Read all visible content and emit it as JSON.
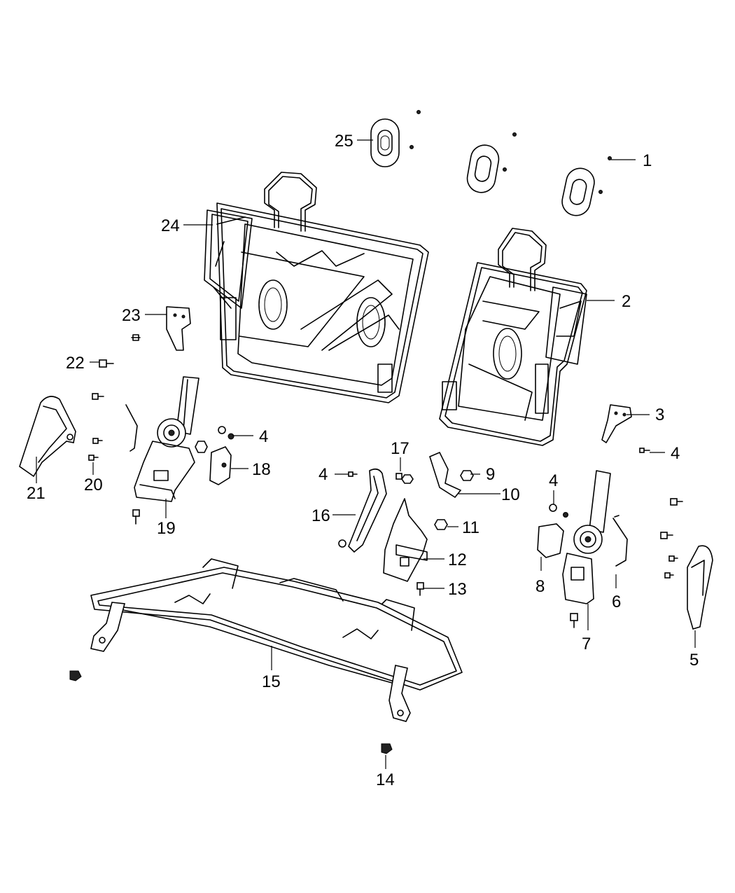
{
  "callouts": [
    {
      "id": "c1",
      "text": "1"
    },
    {
      "id": "c2",
      "text": "2"
    },
    {
      "id": "c3",
      "text": "3"
    },
    {
      "id": "c4a",
      "text": "4"
    },
    {
      "id": "c4b",
      "text": "4"
    },
    {
      "id": "c4c",
      "text": "4"
    },
    {
      "id": "c4d",
      "text": "4"
    },
    {
      "id": "c5",
      "text": "5"
    },
    {
      "id": "c6",
      "text": "6"
    },
    {
      "id": "c7",
      "text": "7"
    },
    {
      "id": "c8",
      "text": "8"
    },
    {
      "id": "c9",
      "text": "9"
    },
    {
      "id": "c10",
      "text": "10"
    },
    {
      "id": "c11",
      "text": "11"
    },
    {
      "id": "c12",
      "text": "12"
    },
    {
      "id": "c13",
      "text": "13"
    },
    {
      "id": "c14",
      "text": "14"
    },
    {
      "id": "c15",
      "text": "15"
    },
    {
      "id": "c16",
      "text": "16"
    },
    {
      "id": "c17",
      "text": "17"
    },
    {
      "id": "c18",
      "text": "18"
    },
    {
      "id": "c19",
      "text": "19"
    },
    {
      "id": "c20",
      "text": "20"
    },
    {
      "id": "c21",
      "text": "21"
    },
    {
      "id": "c22",
      "text": "22"
    },
    {
      "id": "c23",
      "text": "23"
    },
    {
      "id": "c24",
      "text": "24"
    },
    {
      "id": "c25",
      "text": "25"
    }
  ]
}
